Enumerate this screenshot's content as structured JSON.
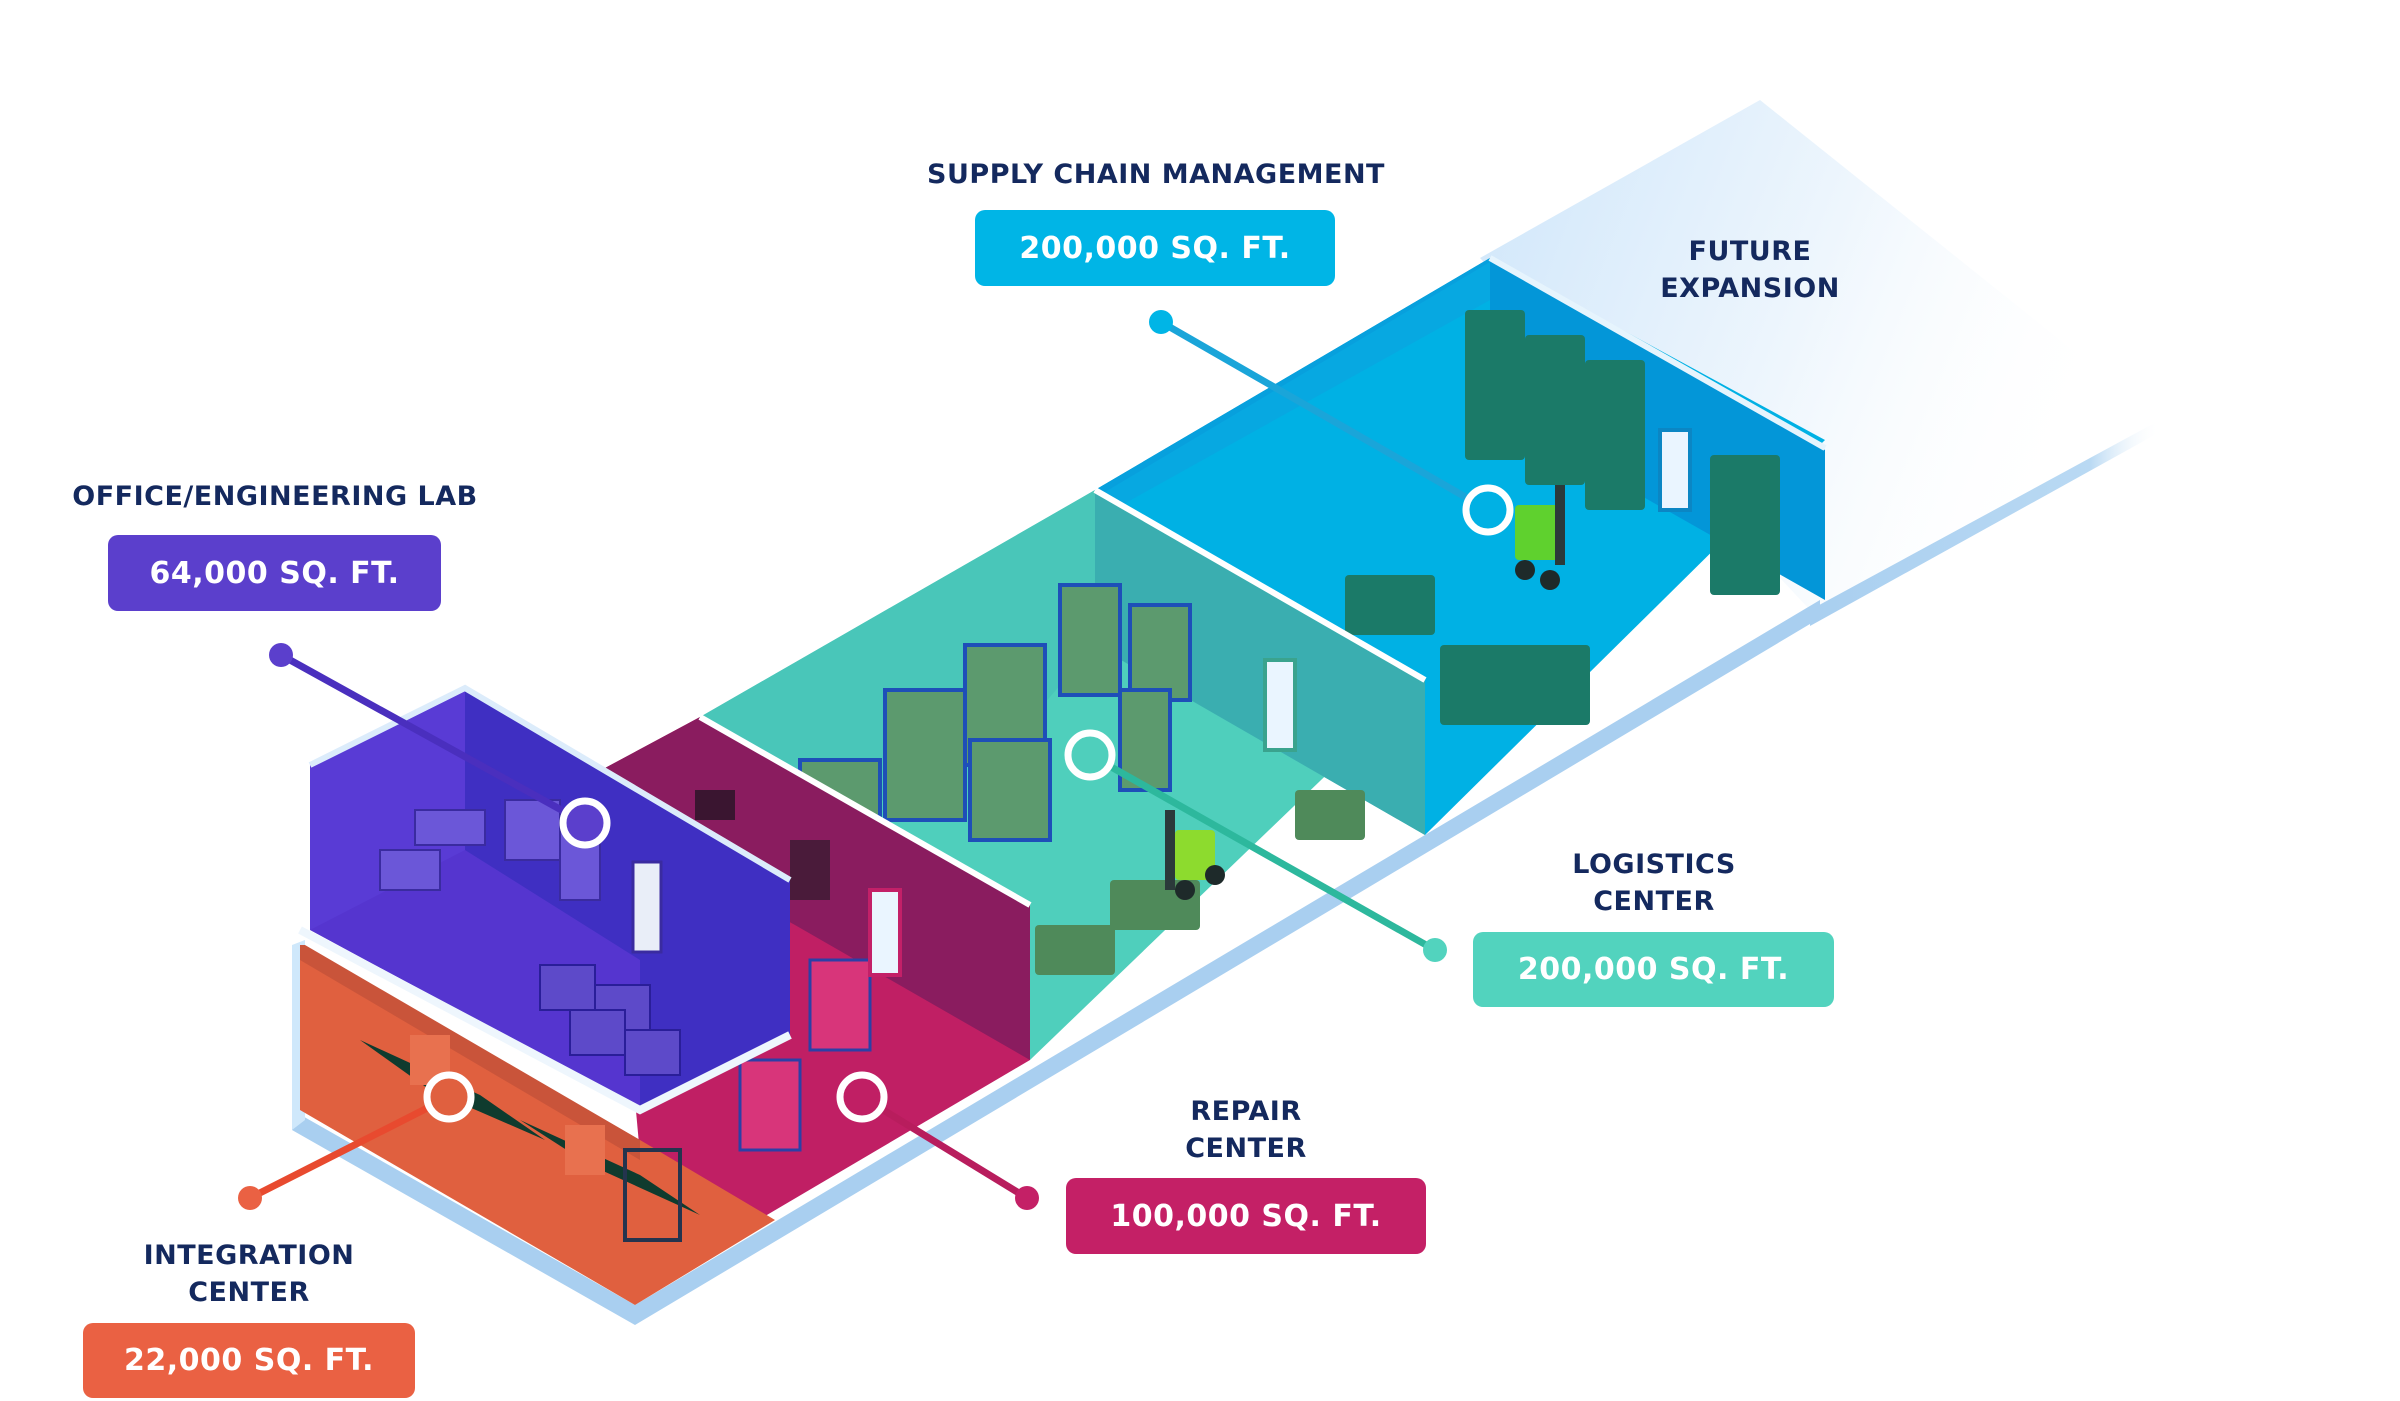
{
  "diagram": {
    "type": "isometric facility floor plan",
    "text_color": "#14295e",
    "badge_text_color": "#ffffff"
  },
  "zones": {
    "office": {
      "title_lines": [
        "OFFICE/ENGINEERING LAB"
      ],
      "area": "64,000 SQ. FT.",
      "area_sqft": 64000,
      "color": "#5b3fcc",
      "floor_color": "#5535cf",
      "wall_color": "#3f2fc2"
    },
    "integration": {
      "title_lines": [
        "INTEGRATION",
        "CENTER"
      ],
      "area": "22,000 SQ. FT.",
      "area_sqft": 22000,
      "color": "#ea6143",
      "floor_color": "#e0603f",
      "wall_color": "#c9543a"
    },
    "repair": {
      "title_lines": [
        "REPAIR",
        "CENTER"
      ],
      "area": "100,000 SQ. FT.",
      "area_sqft": 100000,
      "color": "#c42066",
      "floor_color": "#c01f64",
      "wall_color": "#8a1c5f"
    },
    "logistics": {
      "title_lines": [
        "LOGISTICS",
        "CENTER"
      ],
      "area": "200,000 SQ. FT.",
      "area_sqft": 200000,
      "color": "#52d3be",
      "floor_color": "#4fcfbc",
      "wall_color": "#3aaeb0"
    },
    "supply_chain": {
      "title_lines": [
        "SUPPLY CHAIN MANAGEMENT"
      ],
      "area": "200,000 SQ. FT.",
      "area_sqft": 200000,
      "color": "#00b5e6",
      "floor_color": "#00b1e4",
      "wall_color": "#0396d8"
    },
    "future": {
      "title_lines": [
        "FUTURE",
        "EXPANSION"
      ],
      "color": "#d6ecfb"
    }
  },
  "structure": {
    "slab_edge_light": "#cfe8fb",
    "slab_edge_dark": "#a9cff0",
    "hotspot_ring": "#ffffff"
  }
}
